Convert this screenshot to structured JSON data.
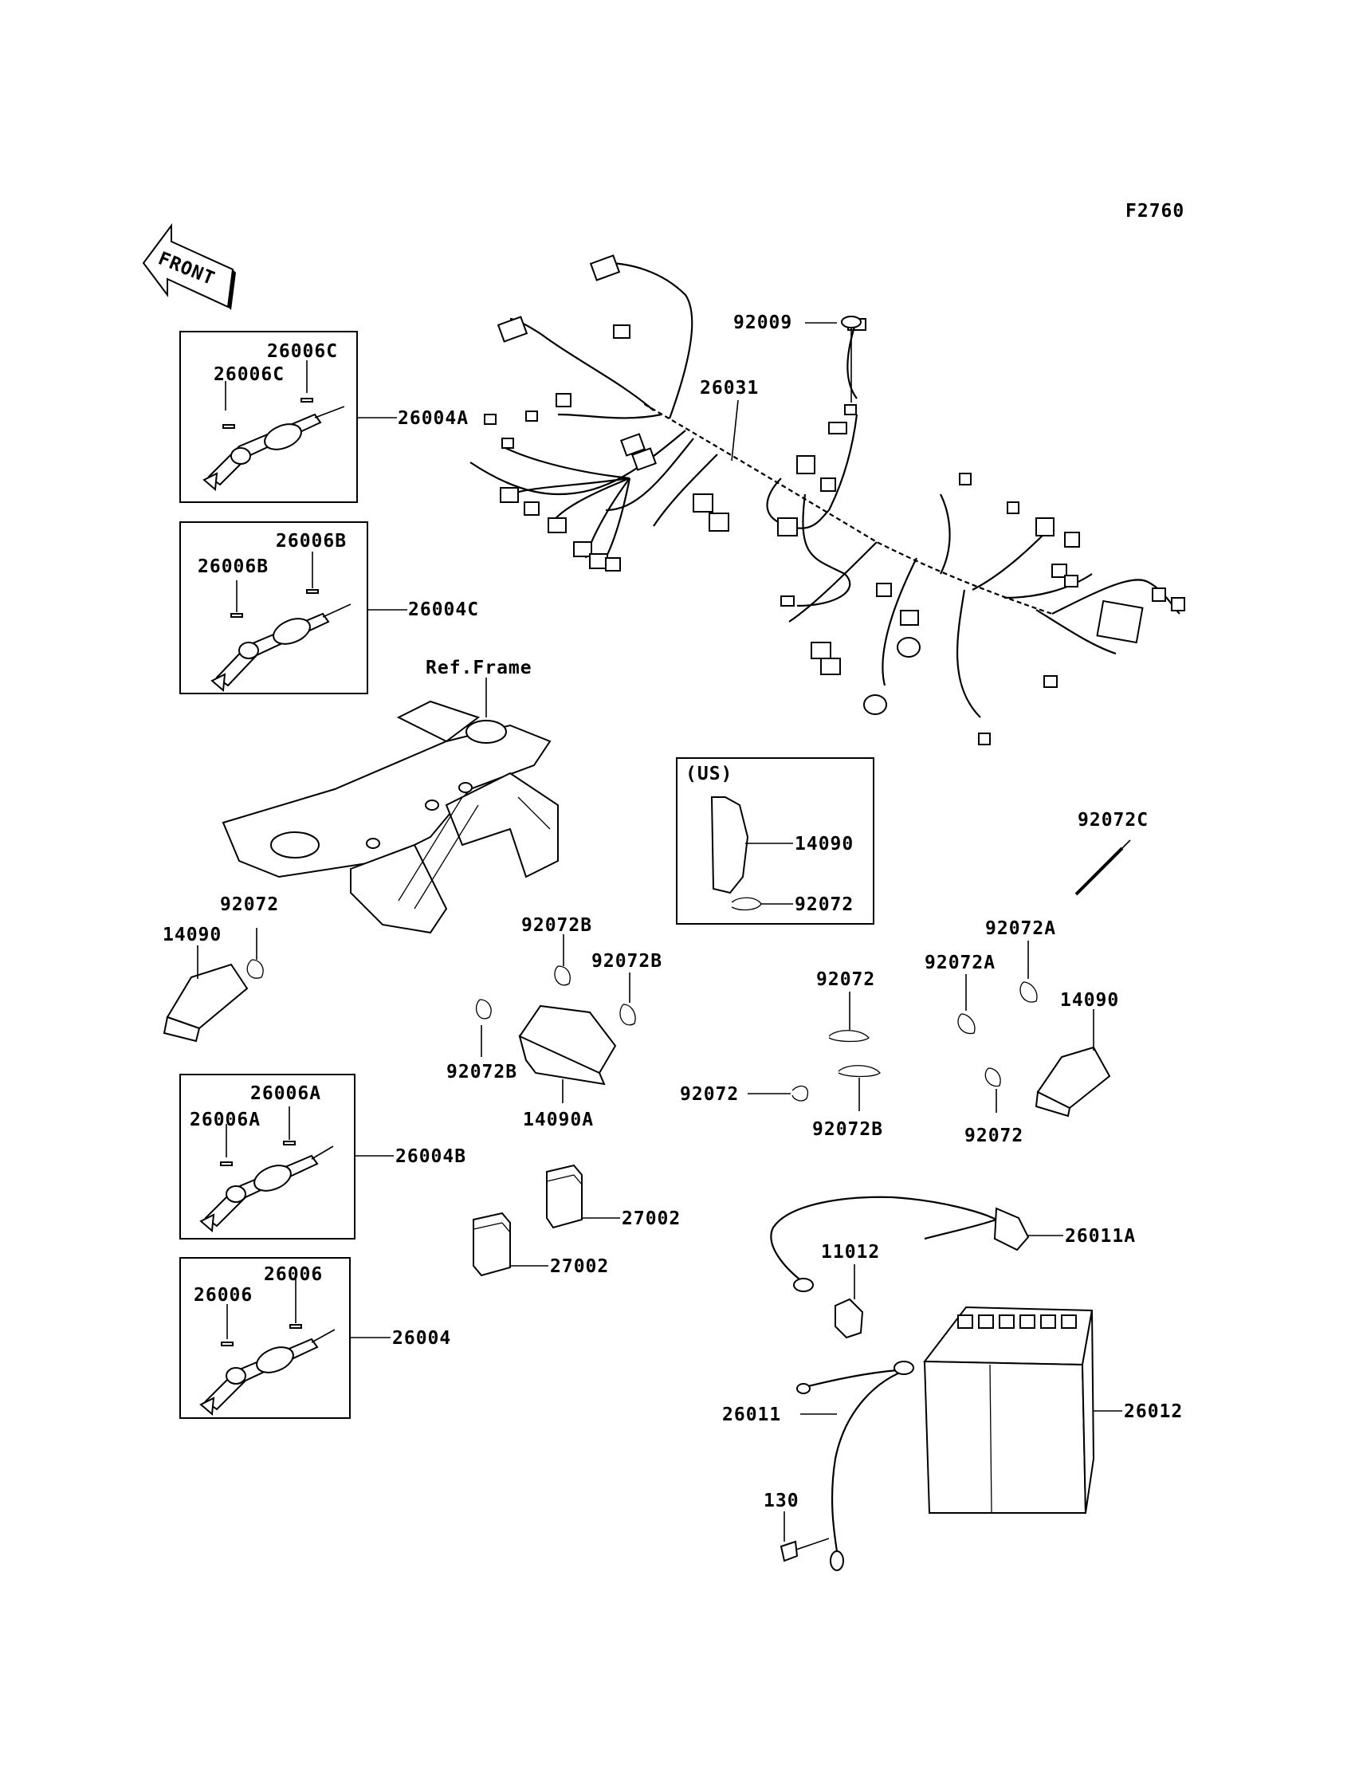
{
  "figure_code": "F2760",
  "front_label": "FRONT",
  "ref_frame_label": "Ref.Frame",
  "region_label": "(US)",
  "callouts": {
    "c_26006C_a": "26006C",
    "c_26006C_b": "26006C",
    "c_26004A": "26004A",
    "c_26006B_a": "26006B",
    "c_26006B_b": "26006B",
    "c_26004C": "26004C",
    "c_26006A_a": "26006A",
    "c_26006A_b": "26006A",
    "c_26004B": "26004B",
    "c_26006_a": "26006",
    "c_26006_b": "26006",
    "c_26004": "26004",
    "c_92009": "92009",
    "c_26031": "26031",
    "c_14090_us": "14090",
    "c_92072_us": "92072",
    "c_92072C": "92072C",
    "c_92072_left": "92072",
    "c_14090_left": "14090",
    "c_92072B_top": "92072B",
    "c_92072B_right": "92072B",
    "c_92072B_left": "92072B",
    "c_14090A": "14090A",
    "c_92072_mid_top": "92072",
    "c_92072_mid_left": "92072",
    "c_92072B_mid": "92072B",
    "c_92072A_top": "92072A",
    "c_92072A_mid": "92072A",
    "c_14090_right": "14090",
    "c_92072_right": "92072",
    "c_27002_a": "27002",
    "c_27002_b": "27002",
    "c_26011A": "26011A",
    "c_11012": "11012",
    "c_26012": "26012",
    "c_26011": "26011",
    "c_130": "130"
  }
}
